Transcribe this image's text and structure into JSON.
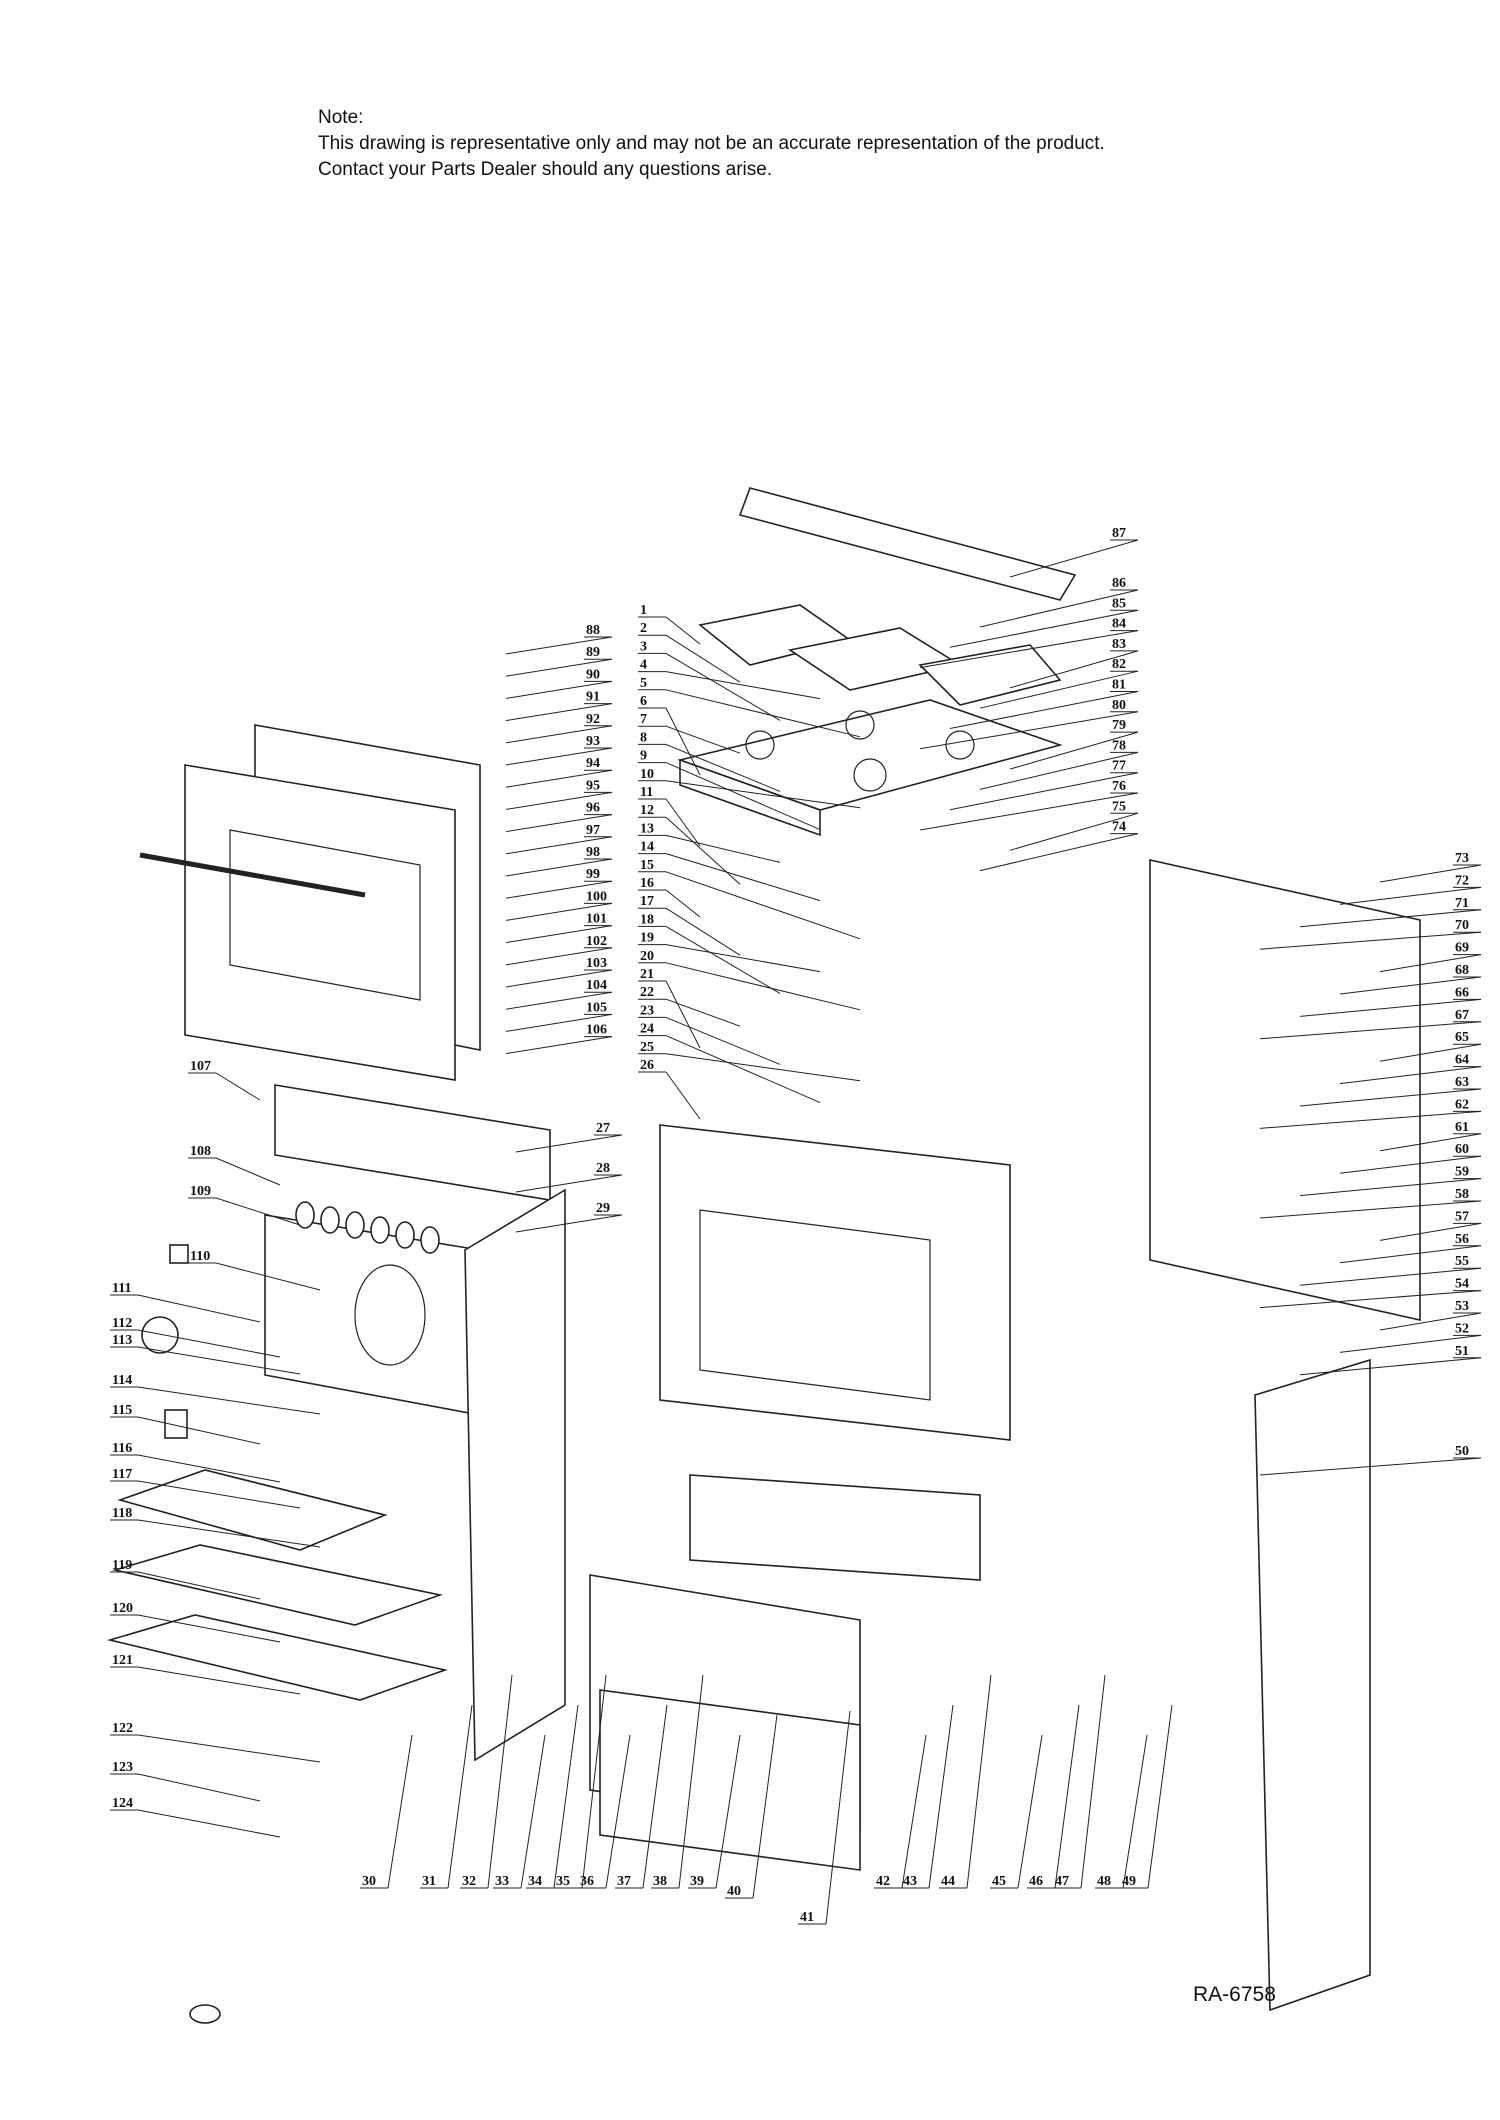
{
  "note": {
    "heading": "Note:",
    "line1": "This drawing is representative only and may not be an accurate representation of the product.",
    "line2": "Contact your Parts Dealer should any questions arise."
  },
  "doc_id": "RA-6758",
  "callouts": {
    "left": [
      "1",
      "2",
      "3",
      "4",
      "5",
      "6",
      "7",
      "8",
      "9",
      "10",
      "11",
      "12",
      "13",
      "14",
      "15",
      "16",
      "17",
      "18",
      "19",
      "20",
      "21",
      "22",
      "23",
      "24",
      "25",
      "26"
    ],
    "right": [
      "87",
      "86",
      "85",
      "84",
      "83",
      "82",
      "81",
      "80",
      "79",
      "78",
      "77",
      "76",
      "75",
      "74"
    ],
    "far_right": [
      "73",
      "72",
      "71",
      "70",
      "69",
      "68",
      "66",
      "67",
      "65",
      "64",
      "63",
      "62",
      "61",
      "60",
      "59",
      "58",
      "57",
      "56",
      "55",
      "54",
      "53",
      "52",
      "51",
      "50"
    ],
    "door": [
      "88",
      "89",
      "90",
      "91",
      "92",
      "93",
      "94",
      "95",
      "96",
      "97",
      "98",
      "99",
      "100",
      "101",
      "102",
      "103",
      "104",
      "105",
      "106",
      "27",
      "28",
      "29"
    ],
    "panel": [
      "107",
      "108",
      "109",
      "110",
      "111",
      "112",
      "113",
      "114",
      "115",
      "116",
      "117",
      "118",
      "119",
      "120",
      "121",
      "122",
      "123",
      "124"
    ],
    "bottom": [
      "30",
      "31",
      "32",
      "33",
      "34",
      "35",
      "36",
      "37",
      "38",
      "39",
      "40",
      "41",
      "42",
      "43",
      "44",
      "45",
      "46",
      "47",
      "48",
      "49"
    ]
  }
}
